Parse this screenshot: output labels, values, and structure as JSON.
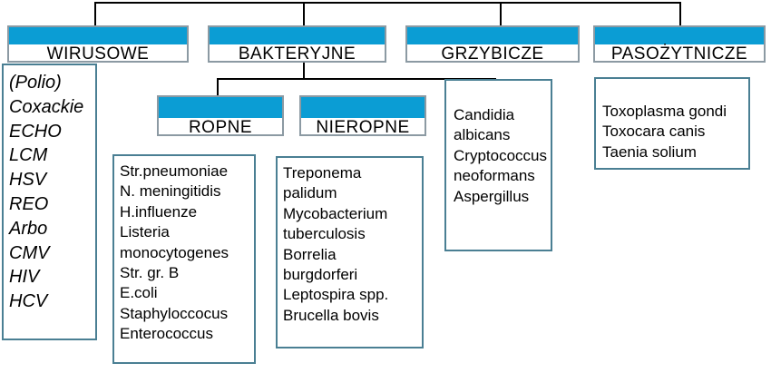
{
  "diagram": {
    "type": "classification-tree",
    "title": "",
    "root_label": "",
    "colors": {
      "header_fill": "#0b9dd4",
      "header_border": "#8c9aa3",
      "list_border": "#4a7f93",
      "connector": "#000000",
      "text": "#000000",
      "background": "#ffffff"
    }
  },
  "categories": [
    {
      "id": "viral",
      "header": "WIRUSOWE",
      "items": [
        "(Polio)",
        "Coxackie",
        "ECHO",
        "LCM",
        "HSV",
        "REO",
        "Arbo",
        "CMV",
        "HIV",
        "HCV"
      ]
    },
    {
      "id": "bacterial",
      "header": "BAKTERYJNE",
      "subcategories": [
        {
          "id": "purulent",
          "header": "ROPNE",
          "items": [
            "Str.pneumoniae",
            "N. meningitidis",
            "H.influenze",
            "Listeria",
            "monocytogenes",
            "Str. gr. B",
            "E.coli",
            "Staphyloccocus",
            "Enterococcus"
          ]
        },
        {
          "id": "nonpurulent",
          "header": "NIEROPNE",
          "items": [
            "Treponema",
            "palidum",
            "Mycobacterium",
            "tuberculosis",
            "Borrelia",
            "burgdorferi",
            "Leptospira spp.",
            "Brucella bovis"
          ]
        }
      ]
    },
    {
      "id": "fungal",
      "header": "GRZYBICZE",
      "items": [
        "Candidia",
        "albicans",
        "Cryptococcus",
        "neoformans",
        "Aspergillus"
      ]
    },
    {
      "id": "parasitic",
      "header": "PASOŻYTNICZE",
      "items": [
        "Toxoplasma gondi",
        "Toxocara canis",
        "Taenia solium"
      ]
    }
  ]
}
